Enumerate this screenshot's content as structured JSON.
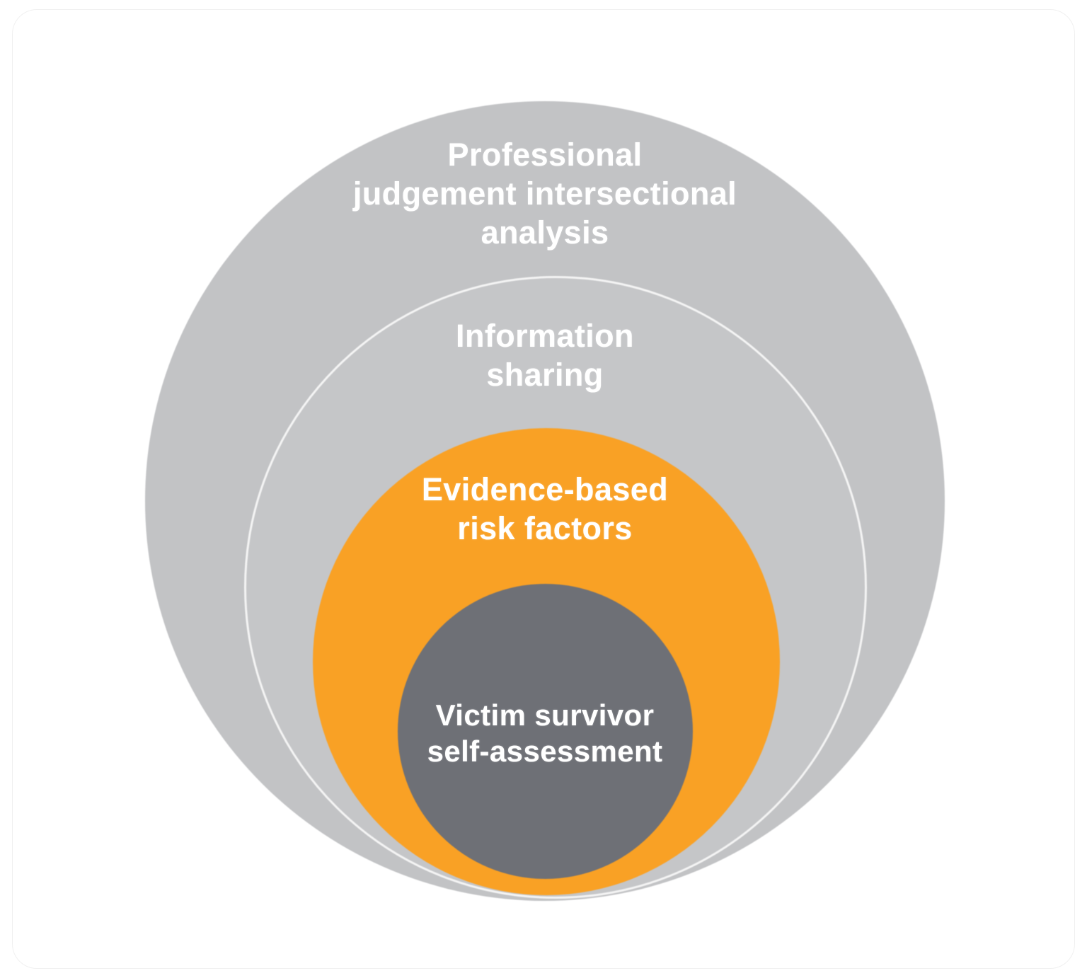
{
  "diagram": {
    "type": "nested-circles",
    "title": "",
    "background_color": "#ffffff",
    "layers": [
      {
        "id": "professional-judgement",
        "label": "Professional\njudgement intersectional\nanalysis",
        "color": "#c2c3c5",
        "text_color": "#ffffff",
        "level": 1
      },
      {
        "id": "information-sharing",
        "label": "Information\nsharing",
        "color": "#c5c6c8",
        "stroke_color": "#f4f4f4",
        "text_color": "#ffffff",
        "level": 2
      },
      {
        "id": "evidence-based-risk-factors",
        "label": "Evidence-based\nrisk factors",
        "color": "#f9a125",
        "text_color": "#ffffff",
        "level": 3
      },
      {
        "id": "victim-survivor-self-assessment",
        "label": "Victim survivor\nself-assessment",
        "color": "#6e7076",
        "text_color": "#ffffff",
        "level": 4
      }
    ]
  }
}
